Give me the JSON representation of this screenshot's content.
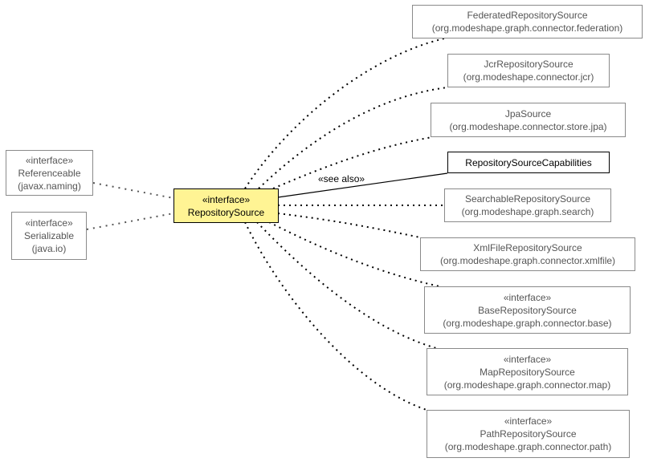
{
  "focus": {
    "stereotype": "«interface»",
    "name": "RepositorySource"
  },
  "parents": [
    {
      "stereotype": "«interface»",
      "name": "Referenceable",
      "package": "(javax.naming)"
    },
    {
      "stereotype": "«interface»",
      "name": "Serializable",
      "package": "(java.io)"
    }
  ],
  "see_also": {
    "label": "«see also»",
    "name": "RepositorySourceCapabilities"
  },
  "children": [
    {
      "stereotype": "",
      "name": "FederatedRepositorySource",
      "package": "(org.modeshape.graph.connector.federation)"
    },
    {
      "stereotype": "",
      "name": "JcrRepositorySource",
      "package": "(org.modeshape.connector.jcr)"
    },
    {
      "stereotype": "",
      "name": "JpaSource",
      "package": "(org.modeshape.connector.store.jpa)"
    },
    {
      "stereotype": "",
      "name": "SearchableRepositorySource",
      "package": "(org.modeshape.graph.search)"
    },
    {
      "stereotype": "",
      "name": "XmlFileRepositorySource",
      "package": "(org.modeshape.graph.connector.xmlfile)"
    },
    {
      "stereotype": "«interface»",
      "name": "BaseRepositorySource",
      "package": "(org.modeshape.graph.connector.base)"
    },
    {
      "stereotype": "«interface»",
      "name": "MapRepositorySource",
      "package": "(org.modeshape.graph.connector.map)"
    },
    {
      "stereotype": "«interface»",
      "name": "PathRepositorySource",
      "package": "(org.modeshape.graph.connector.path)"
    }
  ]
}
